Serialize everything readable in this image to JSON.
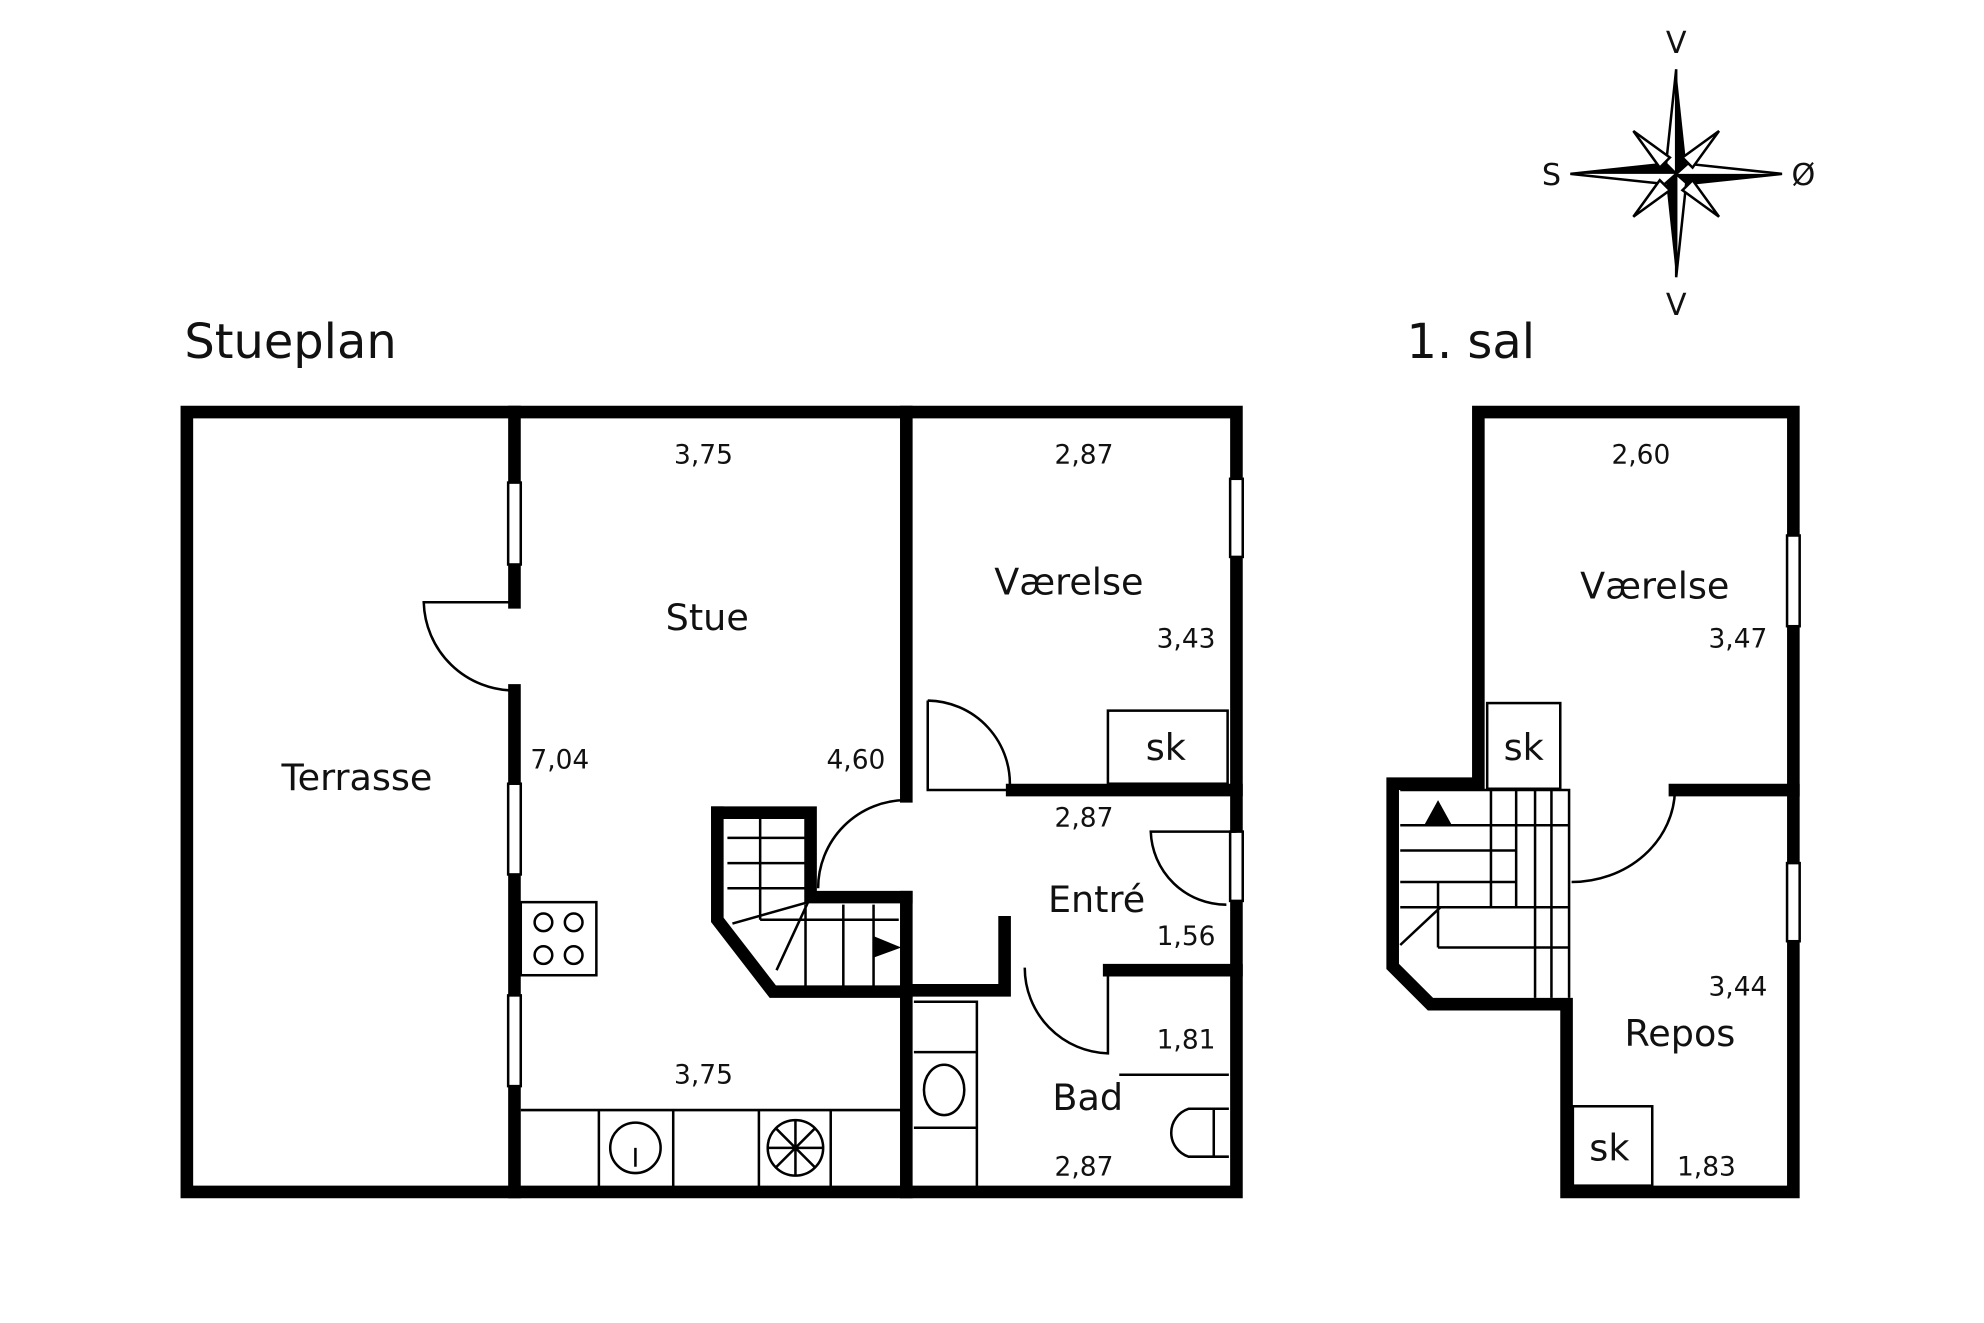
{
  "compass": {
    "north_top": "V",
    "bottom": "V",
    "left": "S",
    "right": "Ø"
  },
  "ground_floor": {
    "title": "Stueplan",
    "rooms": {
      "terrasse": "Terrasse",
      "stue": "Stue",
      "vaerelse": "Værelse",
      "entre": "Entré",
      "bad": "Bad",
      "skab": "sk"
    },
    "dimensions": {
      "stue_top": "3,75",
      "stue_left": "7,04",
      "stue_right": "4,60",
      "stue_bottom": "3,75",
      "vaerelse_top": "2,87",
      "vaerelse_right": "3,43",
      "entre_top": "2,87",
      "entre_right": "1,56",
      "bad_right": "1,81",
      "bad_bottom": "2,87"
    }
  },
  "first_floor": {
    "title": "1. sal",
    "rooms": {
      "vaerelse": "Værelse",
      "repos": "Repos",
      "skab1": "sk",
      "skab2": "sk"
    },
    "dimensions": {
      "vaerelse_top": "2,60",
      "vaerelse_right": "3,47",
      "repos_right": "3,44",
      "repos_bottom": "1,83"
    }
  }
}
